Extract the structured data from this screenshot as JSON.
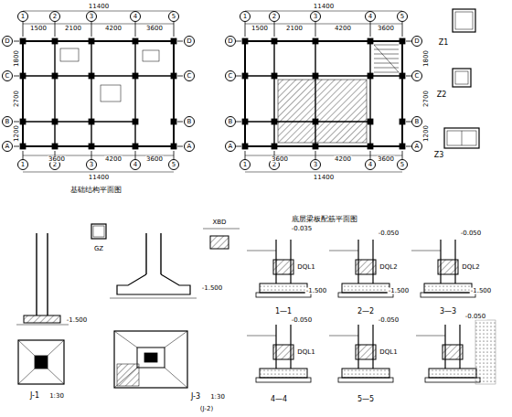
{
  "diagram": {
    "nodes": [
      {
        "text": [
          "1"
        ]
      },
      {
        "text": [
          "2"
        ]
      },
      {
        "text": [
          "3"
        ]
      },
      {
        "text": [
          "4"
        ]
      },
      {
        "text": [
          "5"
        ]
      },
      {
        "text": [
          "D"
        ]
      },
      {
        "text": [
          "C"
        ]
      },
      {
        "text": [
          "B"
        ]
      },
      {
        "text": [
          "A"
        ]
      },
      {
        "text": [
          "D"
        ]
      },
      {
        "text": [
          "C"
        ]
      },
      {
        "text": [
          "B"
        ]
      },
      {
        "text": [
          "A"
        ]
      },
      {
        "text": [
          "1"
        ]
      },
      {
        "text": [
          "2"
        ]
      },
      {
        "text": [
          "3"
        ]
      },
      {
        "text": [
          "4"
        ]
      },
      {
        "text": [
          "5"
        ]
      },
      {
        "text": [
          "1"
        ]
      },
      {
        "text": [
          "2"
        ]
      },
      {
        "text": [
          "3"
        ]
      },
      {
        "text": [
          "4"
        ]
      },
      {
        "text": [
          "5"
        ]
      },
      {
        "text": [
          "D"
        ]
      },
      {
        "text": [
          "C"
        ]
      },
      {
        "text": [
          "B"
        ]
      },
      {
        "text": [
          "A"
        ]
      },
      {
        "text": [
          "D"
        ]
      },
      {
        "text": [
          "C"
        ]
      },
      {
        "text": [
          "B"
        ]
      },
      {
        "text": [
          "A"
        ]
      },
      {
        "text": [
          "1"
        ]
      },
      {
        "text": [
          "2"
        ]
      },
      {
        "text": [
          "3"
        ]
      },
      {
        "text": [
          "4"
        ]
      },
      {
        "text": [
          "5"
        ]
      }
    ],
    "edges": [],
    "labels": [
      "11400",
      "1500",
      "2100",
      "4200",
      "3600",
      "3600",
      "4200",
      "3600",
      "11400",
      "1800",
      "2700",
      "1200",
      "11400",
      "1500",
      "2100",
      "4200",
      "3600",
      "3600",
      "4200",
      "3600",
      "11400",
      "1800",
      "2700",
      "1200",
      "基础结构平面图",
      "底层梁板配筋平面图",
      "Z1",
      "Z2",
      "Z3",
      "GZ",
      "XBD",
      "J-1",
      "1:30",
      "J-3",
      "1:30",
      "(J-2)",
      "-1.500",
      "-1.500",
      "-0.035",
      "-0.050",
      "-0.050",
      "DQL1",
      "DQL2",
      "DQL2",
      "-1.500",
      "-1.500",
      "-1.500",
      "1—1",
      "2—2",
      "3—3",
      "-0.050",
      "-0.050",
      "-0.050",
      "DQL1",
      "DQL1",
      "4—4",
      "5—5"
    ]
  }
}
